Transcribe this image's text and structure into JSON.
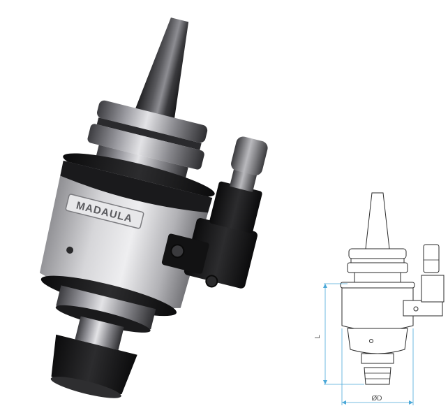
{
  "product": {
    "brand_marking": "MADAULA"
  },
  "drawing": {
    "length_label": "L",
    "diameter_label": "ØD"
  },
  "colors": {
    "dimension_line": "#4aa8d8",
    "steel_dark": "#2a2a2c",
    "steel_light": "#d9d9db",
    "housing_black": "#141414"
  }
}
